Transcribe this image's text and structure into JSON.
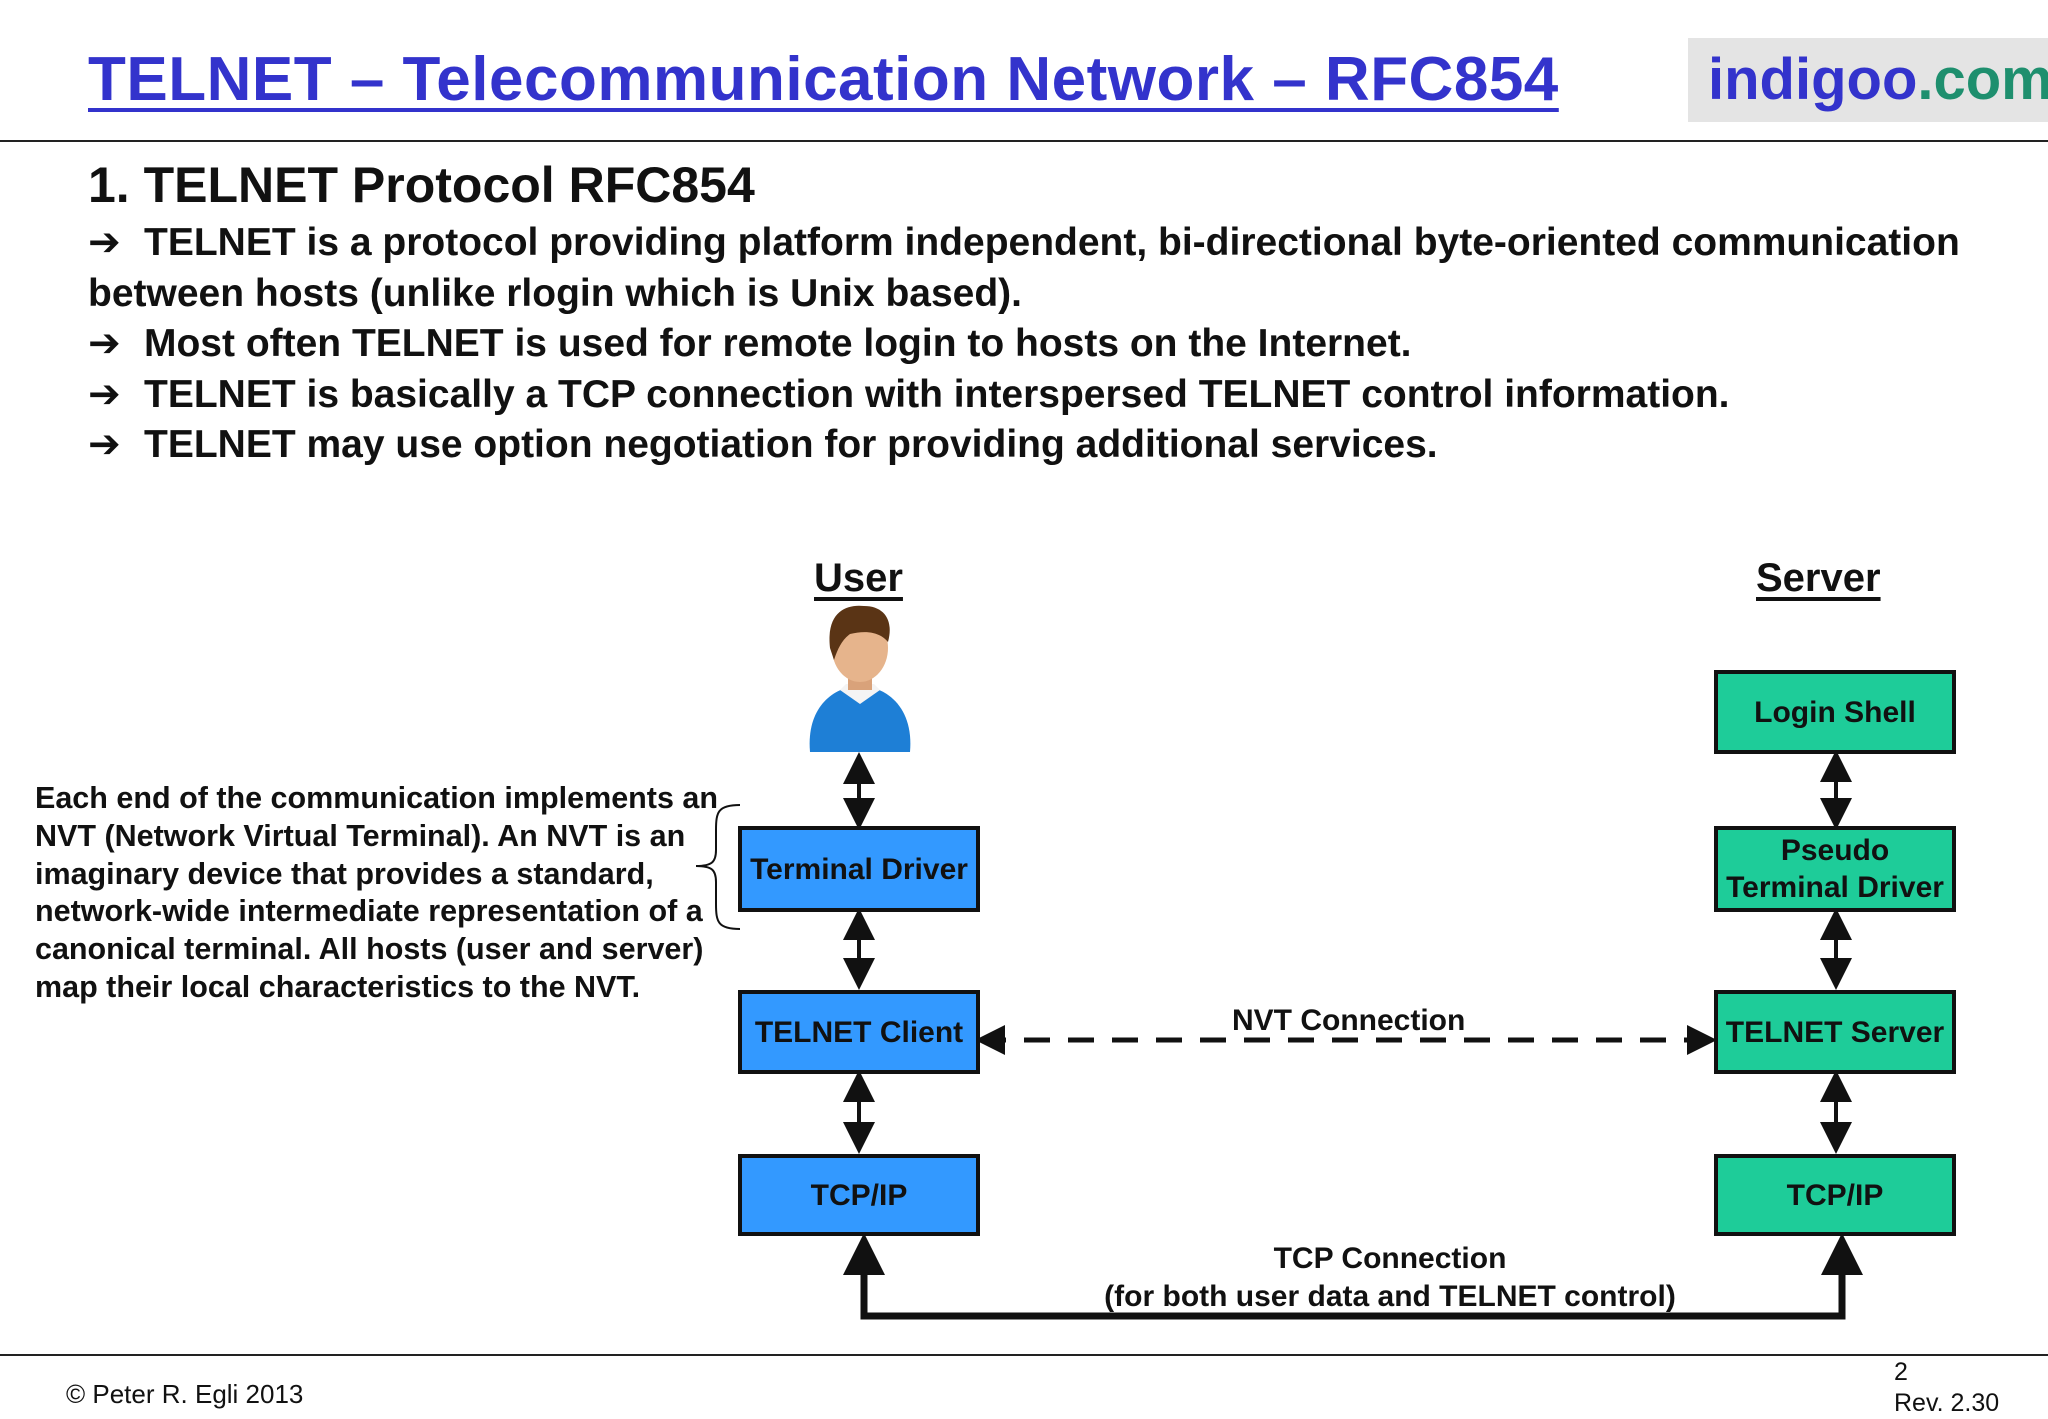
{
  "header": {
    "title": "TELNET – Telecommunication Network – RFC854",
    "brand_name": "indigoo",
    "brand_dot": ".",
    "brand_tld": "com",
    "title_color": "#3333cc",
    "brand_tld_color": "#1e8f6e"
  },
  "section": {
    "title": "1. TELNET Protocol RFC854",
    "bullet_arrow": "➔",
    "bullets": [
      "TELNET is a protocol providing platform independent, bi-directional byte-oriented communication between hosts (unlike rlogin which is Unix based).",
      "Most often TELNET is used for remote login to hosts on the Internet.",
      "TELNET is basically a TCP connection with interspersed TELNET control information.",
      "TELNET may use option negotiation for providing additional services."
    ]
  },
  "note": {
    "text": "Each end of the communication implements an NVT (Network Virtual Terminal). An NVT is an imaginary device that provides a standard, network-wide intermediate representation of a canonical terminal. All hosts (user and server) map their local characteristics to the NVT."
  },
  "diagram": {
    "user_label": "User",
    "server_label": "Server",
    "user_stack": {
      "color": "#3399ff",
      "terminal_driver": "Terminal Driver",
      "telnet_client": "TELNET Client",
      "tcpip": "TCP/IP"
    },
    "server_stack": {
      "color": "#1ecc99",
      "login_shell": "Login Shell",
      "pseudo_line1": "Pseudo",
      "pseudo_line2": "Terminal Driver",
      "telnet_server": "TELNET Server",
      "tcpip": "TCP/IP"
    },
    "nvt_connection": "NVT Connection",
    "tcp_connection_line1": "TCP Connection",
    "tcp_connection_line2": "(for both user data and TELNET control)"
  },
  "footer": {
    "copyright": "© Peter R. Egli 2013",
    "page_number": "2",
    "revision": "Rev. 2.30"
  }
}
